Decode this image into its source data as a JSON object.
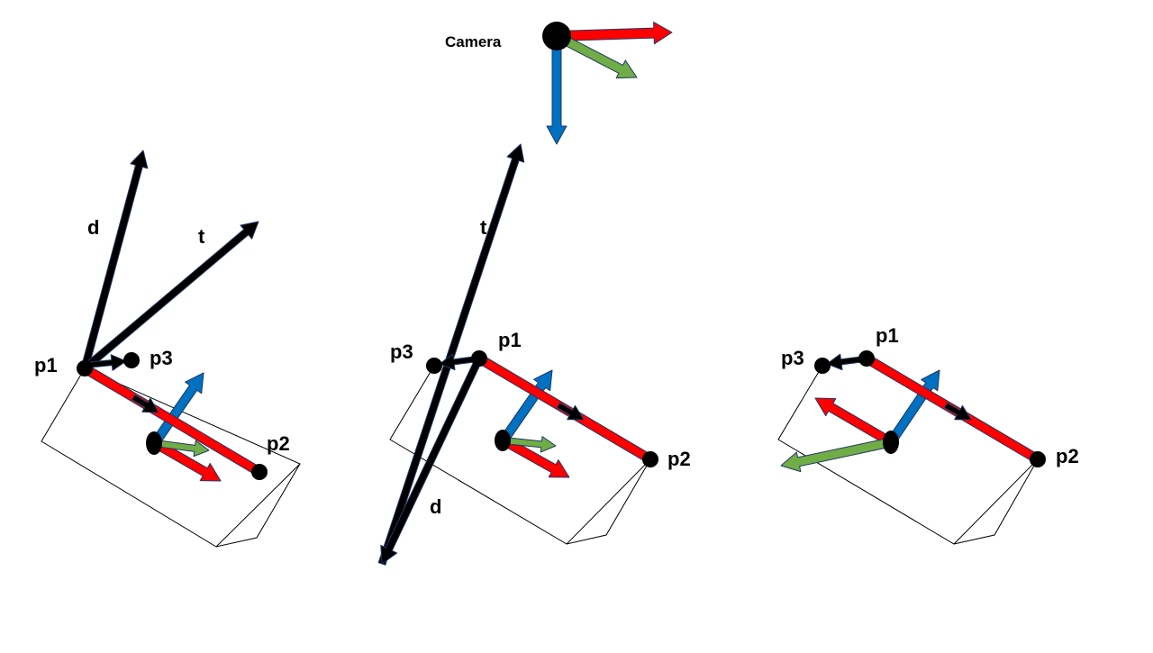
{
  "labels": {
    "camera": "Camera",
    "d": "d",
    "t": "t",
    "p1": "p1",
    "p2": "p2",
    "p3": "p3"
  },
  "colors": {
    "red": "#ff0000",
    "green": "#70ad47",
    "blue": "#0070c0",
    "black": "#000000",
    "outline": "#1f3864"
  }
}
